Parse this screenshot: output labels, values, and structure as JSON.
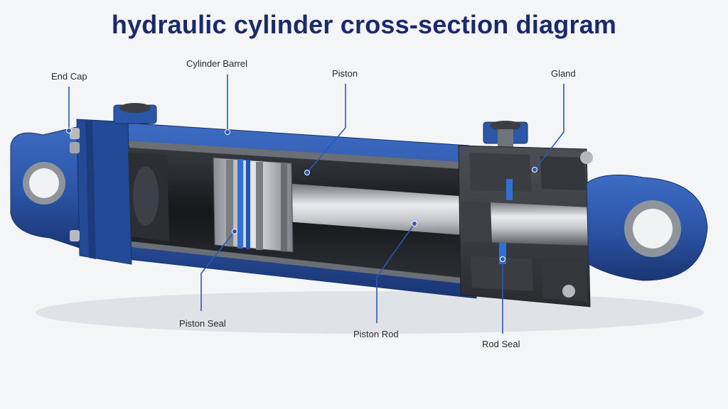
{
  "title": "hydraulic cylinder cross-section diagram",
  "labels": {
    "end_cap": "End Cap",
    "cylinder_barrel": "Cylinder Barrel",
    "piston": "Piston",
    "gland": "Gland",
    "piston_seal": "Piston Seal",
    "piston_rod": "Piston Rod",
    "rod_seal": "Rod Seal"
  },
  "colors": {
    "title": "#1a2a6c",
    "body_blue": "#2c56a8",
    "body_blue_dark": "#1d3d7e",
    "steel": "#b9bdc2",
    "steel_dark": "#5c6168",
    "cavity": "#1d1f23",
    "seal": "#2f6fd6",
    "leader": "#2a58b8"
  },
  "icons": [
    "end-cap-mount-eye-icon",
    "rod-end-mount-eye-icon",
    "port-fitting-icon"
  ]
}
